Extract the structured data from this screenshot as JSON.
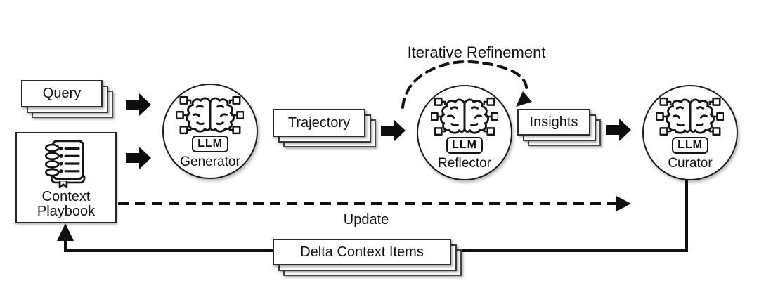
{
  "figure": {
    "background": "#ffffff",
    "line_color": "#111111"
  },
  "boxes": {
    "query": {
      "label": "Query"
    },
    "context_playbook": {
      "line1": "Context",
      "line2": "Playbook"
    },
    "trajectory": {
      "label": "Trajectory"
    },
    "insights": {
      "label": "Insights"
    },
    "delta_context_items": {
      "label": "Delta Context Items"
    }
  },
  "nodes": {
    "generator": {
      "badge": "LLM",
      "label": "Generator"
    },
    "reflector": {
      "badge": "LLM",
      "label": "Reflector"
    },
    "curator": {
      "badge": "LLM",
      "label": "Curator"
    }
  },
  "edge_labels": {
    "iterative_refinement": "Iterative Refinement",
    "update": "Update"
  },
  "icons": {
    "brain_chip": "brain-chip-icon",
    "notebook": "notebook-icon"
  }
}
